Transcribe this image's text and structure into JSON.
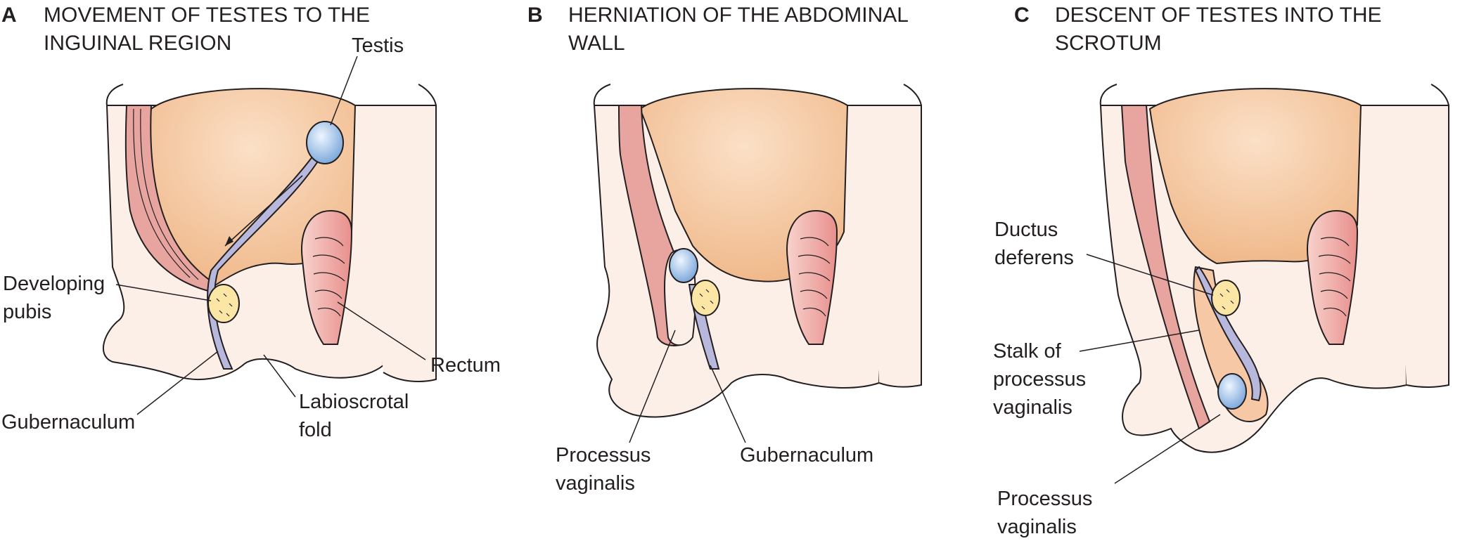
{
  "panels": [
    {
      "letter": "A",
      "title": "MOVEMENT OF TESTES TO THE INGUINAL REGION",
      "labels": {
        "testis": "Testis",
        "developing_pubis": "Developing pubis",
        "rectum": "Rectum",
        "gubernaculum": "Gubernaculum",
        "labioscrotal_fold": "Labioscrotal fold"
      }
    },
    {
      "letter": "B",
      "title": "HERNIATION OF THE ABDOMINAL WALL",
      "labels": {
        "processus_vaginalis": "Processus vaginalis",
        "gubernaculum": "Gubernaculum"
      }
    },
    {
      "letter": "C",
      "title": "DESCENT OF TESTES INTO THE SCROTUM",
      "labels": {
        "ductus_deferens": "Ductus deferens",
        "stalk_processus_vaginalis": "Stalk of processus vaginalis",
        "processus_vaginalis": "Processus vaginalis"
      }
    }
  ],
  "colors": {
    "body_fill": "#fcefe8",
    "cavity_fill": "#f5c9a4",
    "muscle_fill": "#e8a5a0",
    "rectum_fill": "#f2a9a6",
    "testis_fill": "#a9cbf0",
    "gubernaculum_fill": "#b8b7dc",
    "pubis_fill": "#fbe6a5",
    "outline": "#231f20"
  }
}
